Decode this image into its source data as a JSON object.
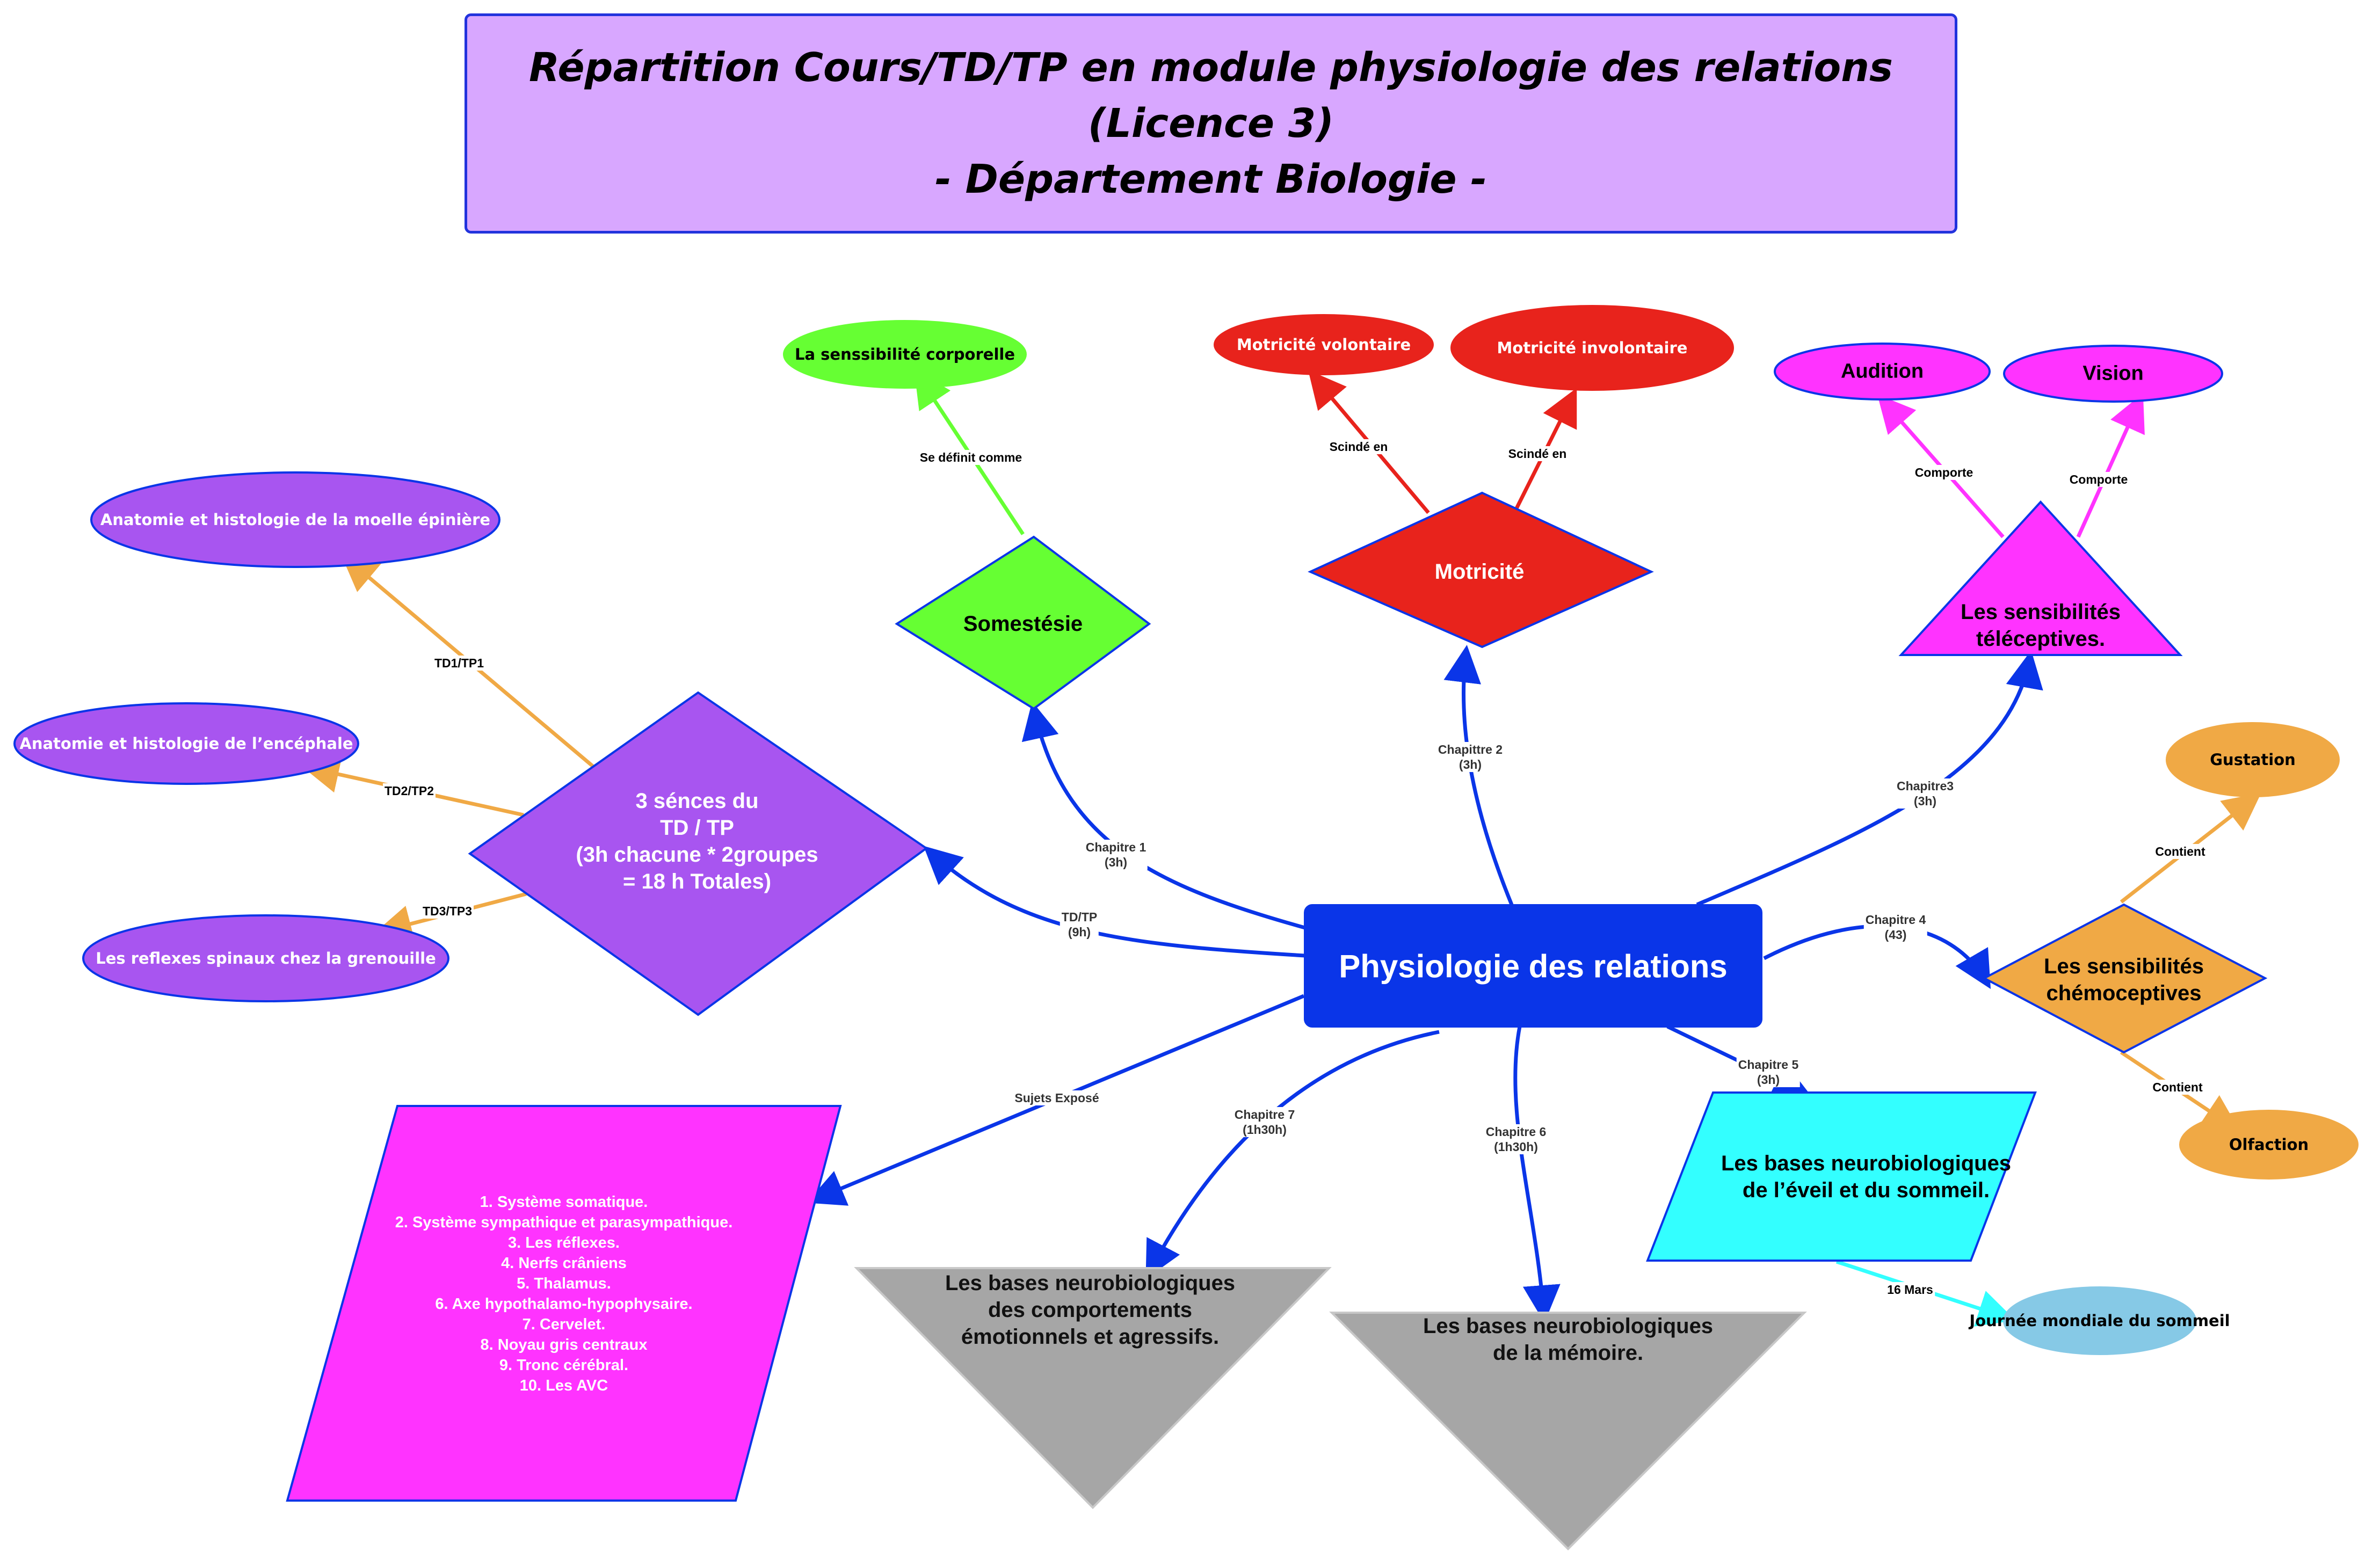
{
  "title": {
    "line1": "Répartition Cours/TD/TP en module physiologie des relations (Licence 3)",
    "line2": "- Département Biologie -"
  },
  "central": "Physiologie des relations",
  "nodes": {
    "somesthesie": "Somestésie",
    "sensibilite_corporelle": "La senssibilité corporelle",
    "motricite": "Motricité",
    "motricite_volontaire": "Motricité volontaire",
    "motricite_involontaire": "Motricité involontaire",
    "teleceptives_1": "Les sensibilités",
    "teleceptives_2": "téléceptives.",
    "audition": "Audition",
    "vision": "Vision",
    "gustation": "Gustation",
    "chemoceptives_1": "Les sensibilités",
    "chemoceptives_2": "chémoceptives",
    "olfaction": "Olfaction",
    "eveil_1": "Les bases neurobiologiques",
    "eveil_2": "de l’éveil et du sommeil.",
    "journee_sommeil": "Journée mondiale du sommeil",
    "memoire_1": "Les bases neurobiologiques",
    "memoire_2": "de la mémoire.",
    "emotion_1": "Les bases neurobiologiques",
    "emotion_2": "des comportements",
    "emotion_3": "émotionnels et agressifs.",
    "td_1": "3 sénces du",
    "td_2": "TD / TP",
    "td_3": "(3h chacune * 2groupes",
    "td_4": "= 18 h Totales)",
    "moelle": "Anatomie et histologie de la moelle épinière",
    "encephale": "Anatomie et histologie de l’encéphale",
    "reflexes": "Les reflexes spinaux chez la grenouille"
  },
  "edges": {
    "ch1_a": "Chapitre 1",
    "ch1_b": "(3h)",
    "ch2_a": "Chapittre 2",
    "ch2_b": "(3h)",
    "ch3_a": "Chapitre3",
    "ch3_b": "(3h)",
    "ch4_a": "Chapitre 4",
    "ch4_b": "(43)",
    "ch5_a": "Chapitre 5",
    "ch5_b": "(3h)",
    "ch6_a": "Chapitre 6",
    "ch6_b": "(1h30h)",
    "ch7_a": "Chapitre 7",
    "ch7_b": "(1h30h)",
    "tdtp_a": "TD/TP",
    "tdtp_b": "(9h)",
    "sujets": "Sujets Exposé",
    "se_definit": "Se définit comme",
    "scinde_1": "Scindé en",
    "scinde_2": "Scindé en",
    "comporte_1": "Comporte",
    "comporte_2": "Comporte",
    "contient_1": "Contient",
    "contient_2": "Contient",
    "mars": "16 Mars",
    "td1": "TD1/TP1",
    "td2": "TD2/TP2",
    "td3": "TD3/TP3"
  },
  "exposes": [
    "1.  Système somatique.",
    "2.  Système sympathique et parasympathique.",
    "3.  Les réflexes.",
    "4.  Nerfs crâniens",
    "5.  Thalamus.",
    "6.  Axe hypothalamo-hypophysaire.",
    "7.  Cervelet.",
    "8.  Noyau gris centraux",
    "9.  Tronc cérébral.",
    "10.   Les AVC"
  ],
  "colors": {
    "blue": "#0a35e8",
    "green": "#66ff33",
    "red": "#e8231c",
    "magenta": "#ff33ff",
    "orange": "#f0a945",
    "purple": "#a855f0",
    "cyan": "#33ffff",
    "gray": "#a6a6a6",
    "lightblue": "#86c9e6",
    "title_bg": "#d8a7ff"
  }
}
